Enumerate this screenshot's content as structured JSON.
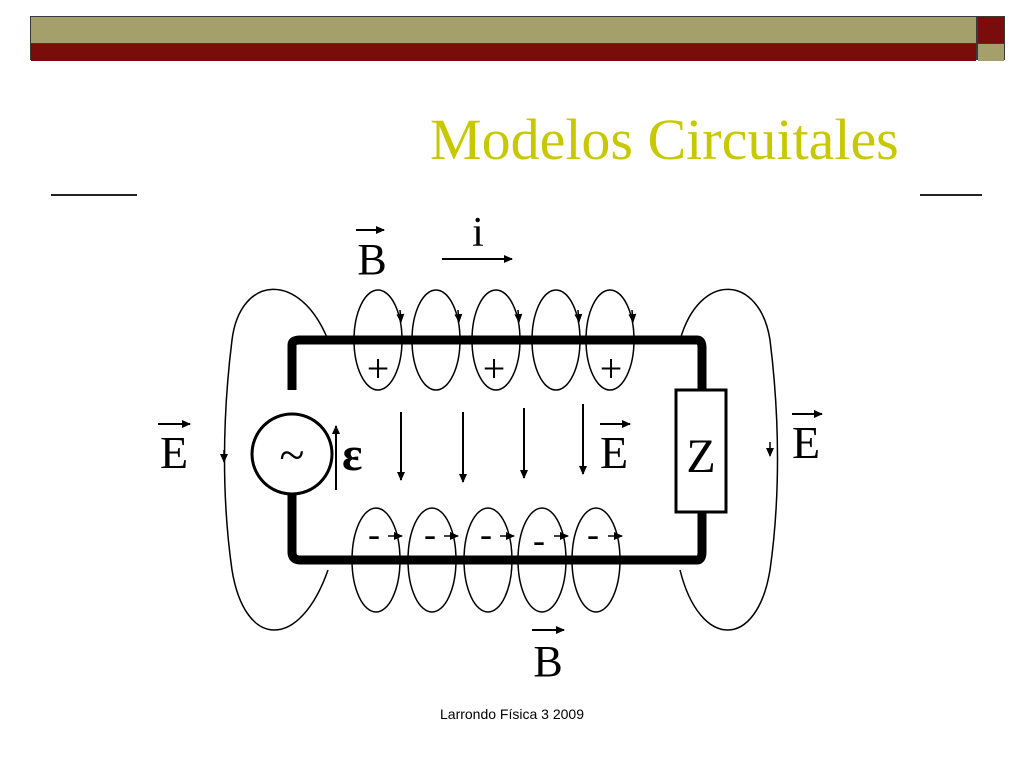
{
  "slide": {
    "title": "Modelos Circuitales",
    "footer": "Larrondo Física 3 2009"
  },
  "theme": {
    "olive": "#a59f6b",
    "dark_red": "#7a0c0c",
    "title_color": "#c8c800"
  },
  "diagram": {
    "current_label": "i",
    "magnetic_field_label": "B",
    "electric_field_label": "E",
    "emf_label": "ε",
    "source_symbol": "~",
    "impedance_label": "Z",
    "positive_charge": "+",
    "negative_charge": "-"
  }
}
